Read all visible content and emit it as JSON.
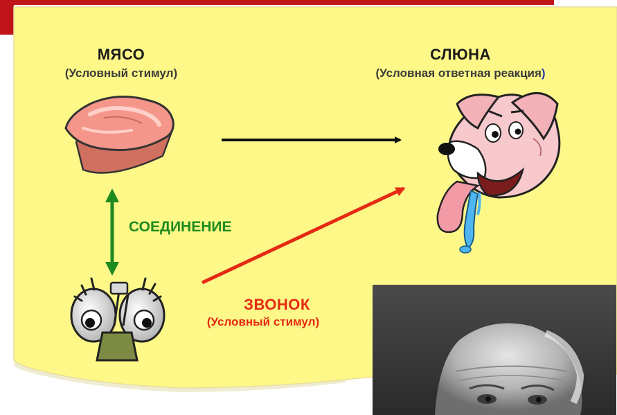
{
  "diagram": {
    "meat": {
      "title": "МЯСО",
      "subtitle": "(Условный стимул)"
    },
    "saliva": {
      "title": "СЛЮНА",
      "subtitle_main": "(Условная ответная реакция",
      "subtitle_close": ")"
    },
    "link": {
      "label": "СОЕДИНЕНИЕ"
    },
    "bell": {
      "title": "ЗВОНОК",
      "subtitle": "(Условный стимул)"
    }
  },
  "colors": {
    "panel": "#fdf888",
    "header_bar": "#c0141b",
    "link_green": "#1f8a1f",
    "bell_red": "#e52a14",
    "arrow_black": "#111111"
  }
}
